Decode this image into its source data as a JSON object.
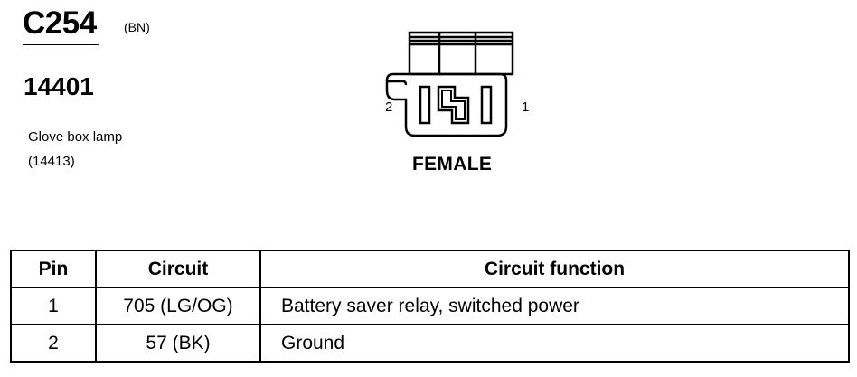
{
  "header": {
    "connector_id": "C254",
    "connector_color": "(BN)",
    "harness_id": "14401",
    "description_line1": "Glove box lamp",
    "description_line2": "(14413)"
  },
  "connector_diagram": {
    "pin_left_label": "2",
    "pin_right_label": "1",
    "gender_label": "FEMALE"
  },
  "table": {
    "headers": [
      "Pin",
      "Circuit",
      "Circuit function"
    ],
    "rows": [
      {
        "pin": "1",
        "circuit": "705 (LG/OG)",
        "function": "Battery saver relay, switched power"
      },
      {
        "pin": "2",
        "circuit": "57 (BK)",
        "function": "Ground"
      }
    ]
  }
}
